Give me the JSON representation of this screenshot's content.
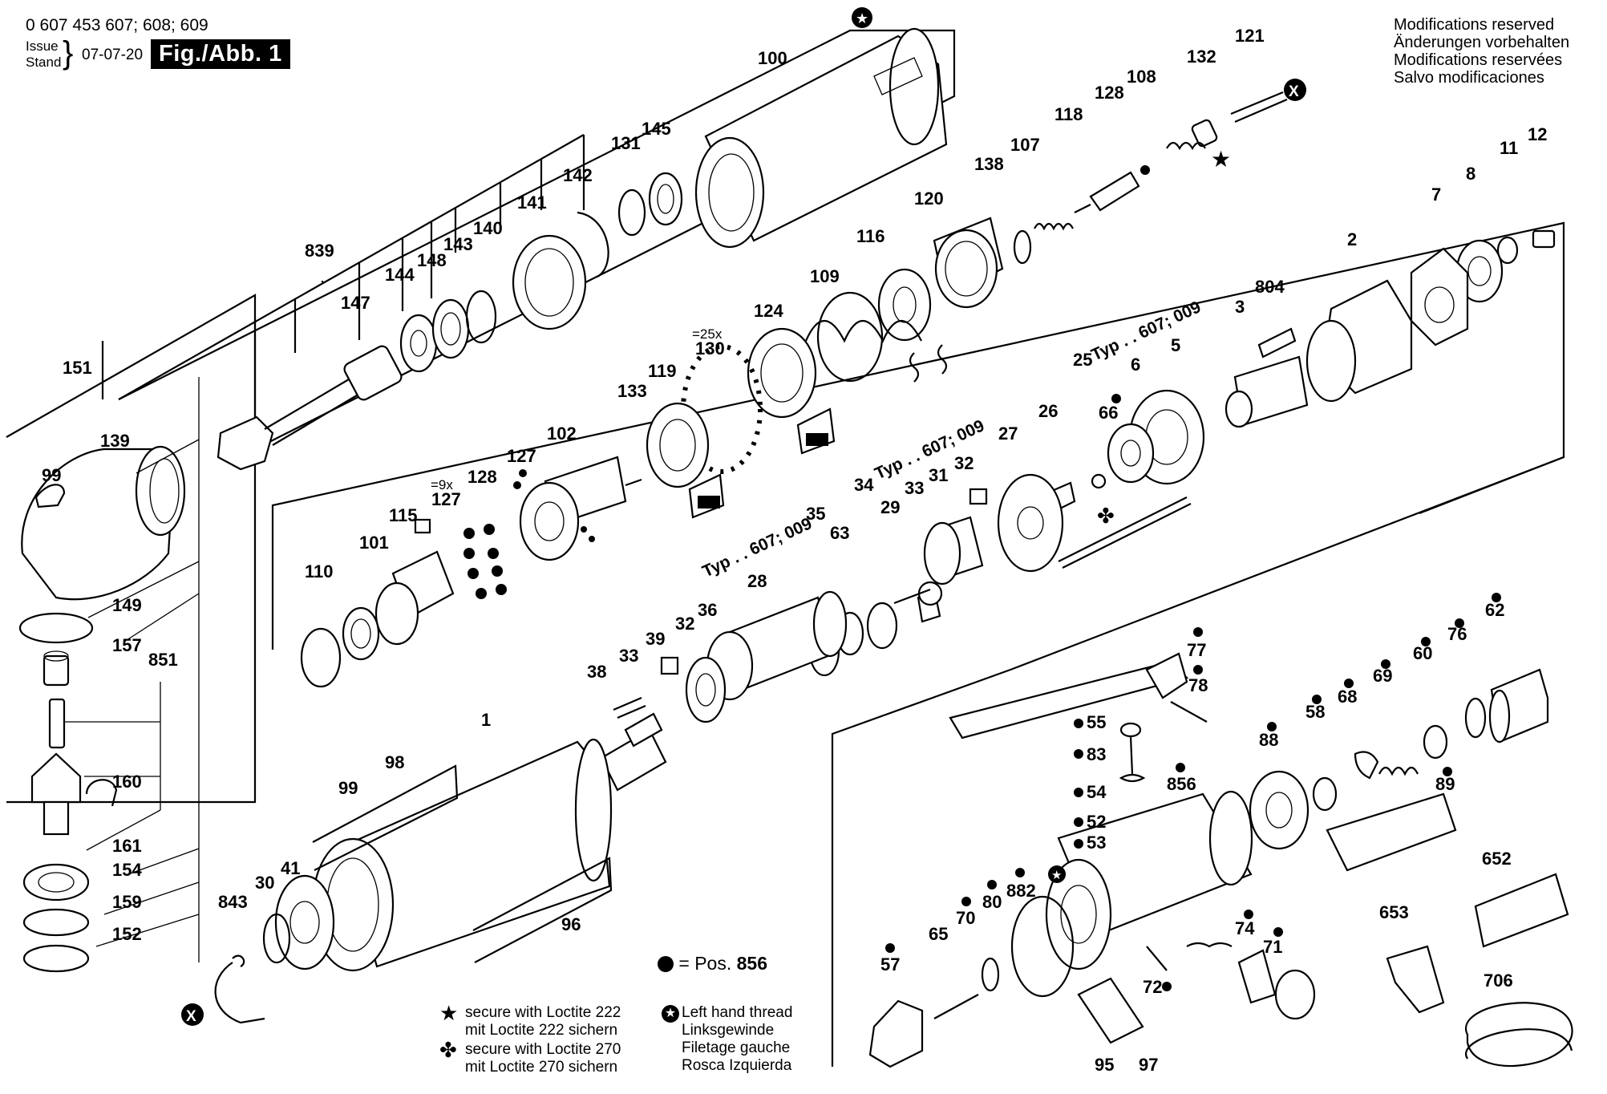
{
  "header": {
    "part_numbers": "0 607 453 607; 608; 609",
    "issue_label_en": "Issue",
    "issue_label_de": "Stand",
    "date": "07-07-20",
    "figure_label": "Fig./Abb. 1"
  },
  "modifications": [
    "Modifications reserved",
    "Änderungen vorbehalten",
    "Modifications reservées",
    "Salvo modificaciones"
  ],
  "legend": {
    "dot_text": "= Pos.",
    "dot_value": "856",
    "loctite222": [
      "secure with Loctite 222",
      "mit Loctite 222 sichern"
    ],
    "loctite270": [
      "secure with Loctite 270",
      "mit Loctite 270 sichern"
    ],
    "left_thread": [
      "Left hand thread",
      "Linksgewinde",
      "Filetage gauche",
      "Rosca Izquierda"
    ]
  },
  "colors": {
    "ink": "#000000",
    "paper": "#ffffff"
  },
  "labels": [
    "100",
    "145",
    "131",
    "142",
    "141",
    "140",
    "143",
    "148",
    "144",
    "147",
    "839",
    "151",
    "139",
    "99",
    "149",
    "157",
    "851",
    "160",
    "161",
    "154",
    "159",
    "152",
    "121",
    "132",
    "108",
    "128",
    "118",
    "107",
    "138",
    "120",
    "116",
    "109",
    "124",
    "130",
    "=25x",
    "119",
    "133",
    "102",
    "127",
    "128",
    "=9x",
    "127",
    "115",
    "101",
    "110",
    "12",
    "11",
    "8",
    "7",
    "2",
    "804",
    "3",
    "5",
    "6",
    "66",
    "25",
    "Typ . . 607; 009",
    "26",
    "27",
    "32",
    "31",
    "33",
    "Typ . . 607; 009",
    "34",
    "29",
    "63",
    "35",
    "Typ . . 607; 009",
    "28",
    "36",
    "32",
    "39",
    "33",
    "38",
    "1",
    "98",
    "99",
    "96",
    "41",
    "30",
    "843",
    "X",
    "X",
    "77",
    "78",
    "55",
    "83",
    "54",
    "52",
    "53",
    "856",
    "882",
    "80",
    "70",
    "65",
    "57",
    "95",
    "97",
    "72",
    "71",
    "74",
    "88",
    "58",
    "68",
    "69",
    "60",
    "76",
    "62",
    "89",
    "652",
    "653",
    "706"
  ]
}
